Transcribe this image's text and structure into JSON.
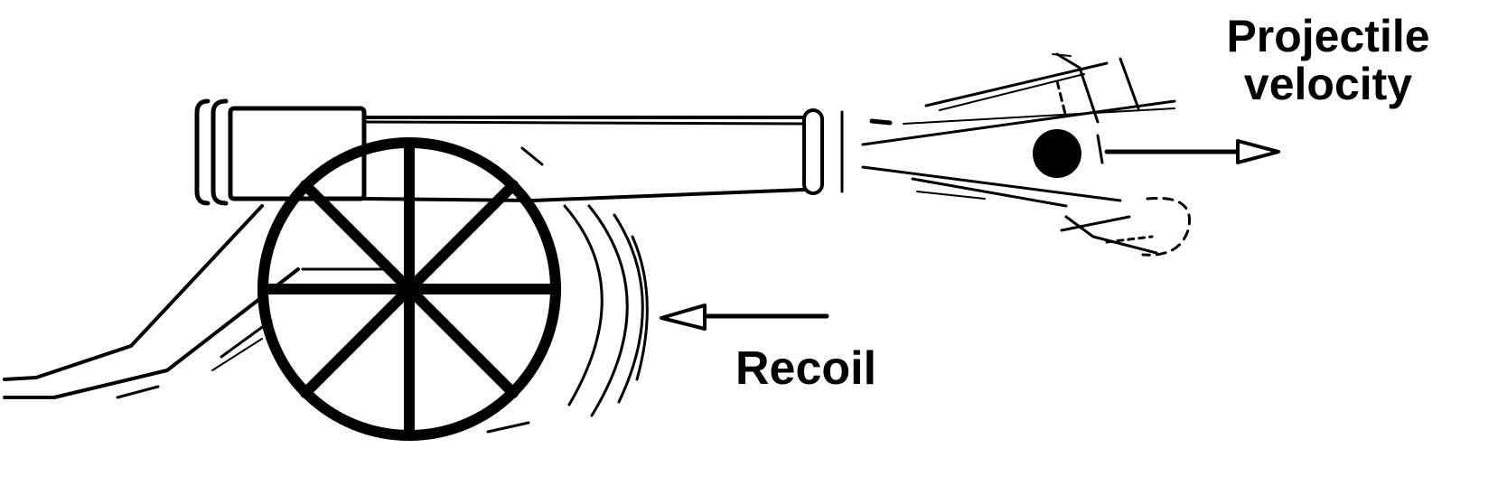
{
  "labels": {
    "projectile_line1": "Projectile",
    "projectile_line2": "velocity",
    "recoil": "Recoil"
  },
  "colors": {
    "ink": "#000000",
    "background": "#ffffff"
  }
}
